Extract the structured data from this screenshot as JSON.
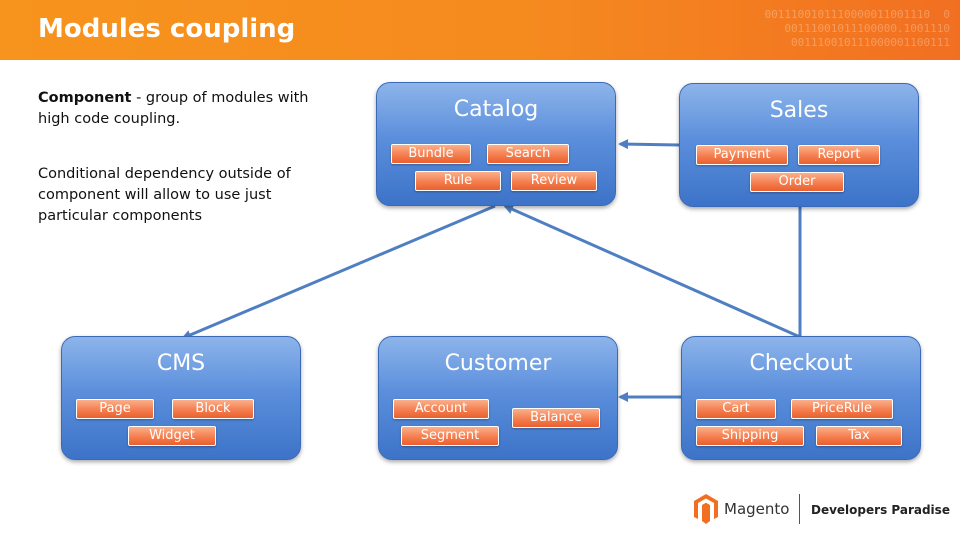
{
  "header": {
    "title": "Modules coupling",
    "binary_text": "0011100101110000011001110  0\n 00111001011100000.1001110\n  001110010111000001100111"
  },
  "description": {
    "p1_bold": "Component",
    "p1_rest": " - group of modules with high code coupling.",
    "p2": "Conditional dependency outside of component will allow to use just particular components"
  },
  "components": {
    "catalog": {
      "title": "Catalog",
      "modules": [
        "Bundle",
        "Search",
        "Rule",
        "Review"
      ]
    },
    "sales": {
      "title": "Sales",
      "modules": [
        "Payment",
        "Report",
        "Order"
      ]
    },
    "cms": {
      "title": "CMS",
      "modules": [
        "Page",
        "Block",
        "Widget"
      ]
    },
    "customer": {
      "title": "Customer",
      "modules": [
        "Account",
        "Balance",
        "Segment"
      ]
    },
    "checkout": {
      "title": "Checkout",
      "modules": [
        "Cart",
        "PriceRule",
        "Shipping",
        "Tax"
      ]
    }
  },
  "colors": {
    "header": "#f58a1f",
    "box": "#5b8fdc",
    "tag": "#f47a4a",
    "arrow": "#4f7fc2"
  },
  "footer": {
    "brand": "Magento",
    "tagline": "Developers Paradise"
  }
}
